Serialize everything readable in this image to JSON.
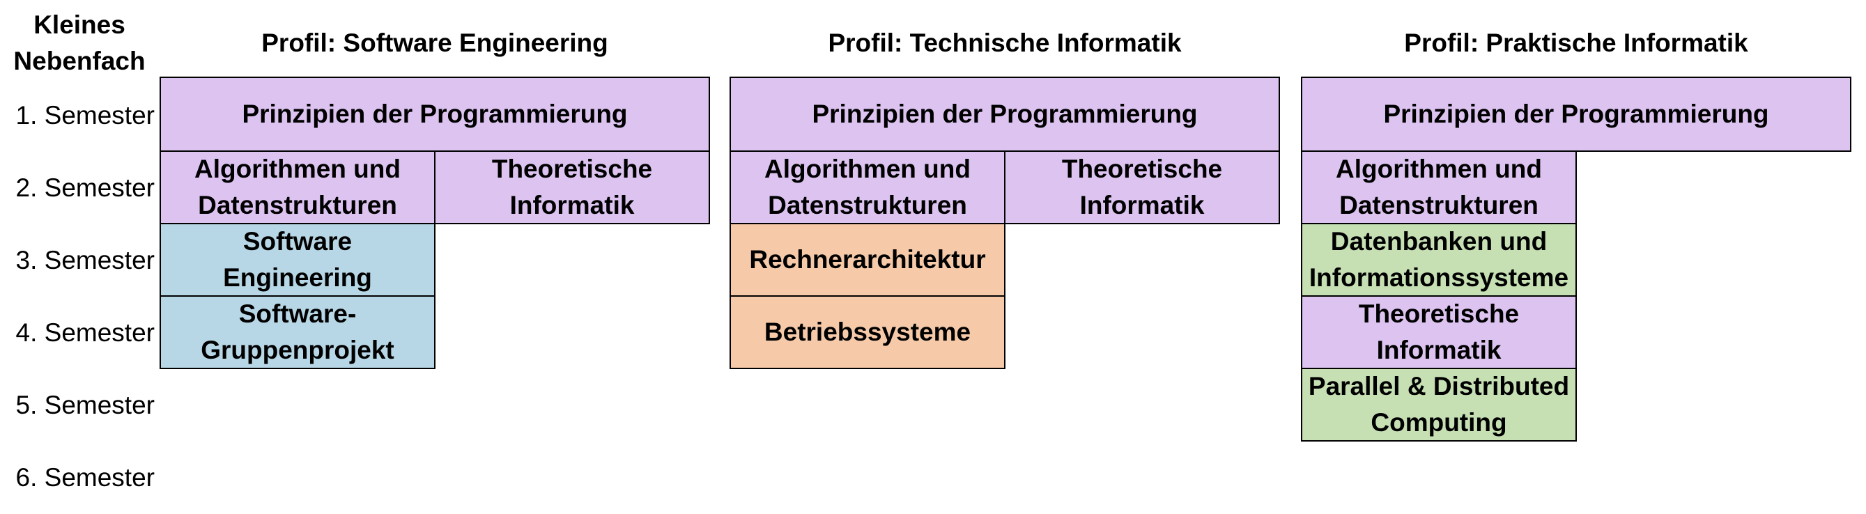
{
  "corner_label": "Kleines Nebenfach",
  "semesters": [
    "1. Semester",
    "2. Semester",
    "3. Semester",
    "4. Semester",
    "5. Semester",
    "6. Semester"
  ],
  "colors": {
    "grundlagen": "#dcc3f0",
    "software": "#b7d7e6",
    "technisch": "#f6caa9",
    "praktisch": "#c6e0b4"
  },
  "profiles": [
    {
      "title": "Profil: Software Engineering",
      "modules": [
        {
          "label": "Prinzipien der Programmierung",
          "color": "grundlagen"
        },
        {
          "label": "Algorithmen und Datenstrukturen",
          "color": "grundlagen"
        },
        {
          "label": "Theoretische Informatik",
          "color": "grundlagen"
        },
        {
          "label": "Software Engineering",
          "color": "software"
        },
        {
          "label": "Software-Gruppenprojekt",
          "color": "software"
        }
      ]
    },
    {
      "title": "Profil: Technische Informatik",
      "modules": [
        {
          "label": "Prinzipien der Programmierung",
          "color": "grundlagen"
        },
        {
          "label": "Algorithmen und Datenstrukturen",
          "color": "grundlagen"
        },
        {
          "label": "Theoretische Informatik",
          "color": "grundlagen"
        },
        {
          "label": "Rechnerarchitektur",
          "color": "technisch"
        },
        {
          "label": "Betriebssysteme",
          "color": "technisch"
        }
      ]
    },
    {
      "title": "Profil: Praktische Informatik",
      "modules": [
        {
          "label": "Prinzipien der Programmierung",
          "color": "grundlagen"
        },
        {
          "label": "Algorithmen und Datenstrukturen",
          "color": "grundlagen"
        },
        {
          "label": "Datenbanken und Informationssysteme",
          "color": "praktisch"
        },
        {
          "label": "Theoretische Informatik",
          "color": "grundlagen"
        },
        {
          "label": "Parallel & Distributed Computing",
          "color": "praktisch"
        }
      ]
    }
  ]
}
